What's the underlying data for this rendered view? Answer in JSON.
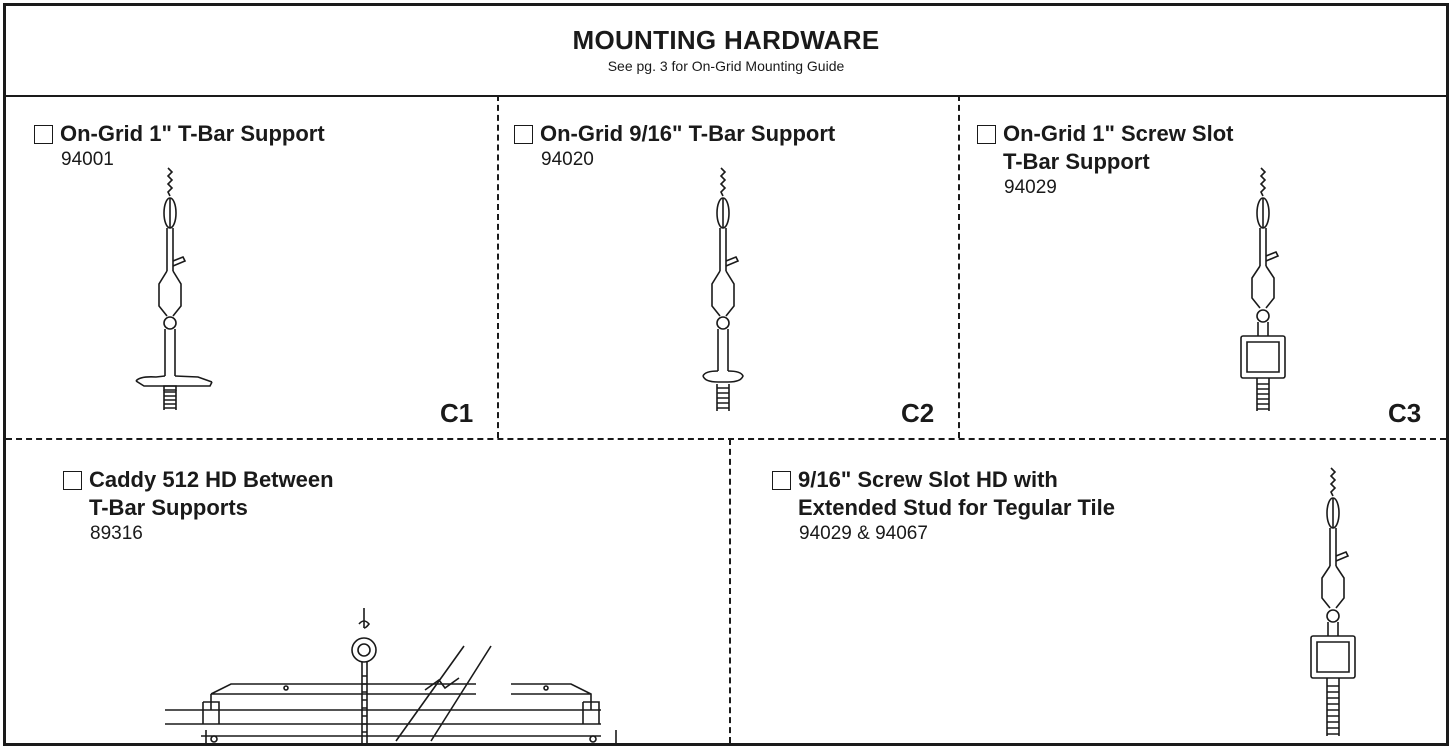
{
  "header": {
    "title": "MOUNTING HARDWARE",
    "subtitle": "See pg. 3 for On-Grid Mounting Guide"
  },
  "items": [
    {
      "title_lines": [
        "On-Grid 1\" T-Bar Support"
      ],
      "part": "94001",
      "code": "C1"
    },
    {
      "title_lines": [
        "On-Grid 9/16\" T-Bar Support"
      ],
      "part": "94020",
      "code": "C2"
    },
    {
      "title_lines": [
        "On-Grid 1\" Screw Slot",
        "T-Bar Support"
      ],
      "part": "94029",
      "code": "C3"
    },
    {
      "title_lines": [
        "Caddy 512 HD Between",
        "T-Bar Supports"
      ],
      "part": "89316"
    },
    {
      "title_lines": [
        "9/16\" Screw Slot HD with",
        "Extended Stud for Tegular Tile"
      ],
      "part": "94029 & 94067"
    }
  ],
  "colors": {
    "ink": "#1a1a1a",
    "background": "#ffffff"
  },
  "icons": [
    "checkbox-icon",
    "t-bar-support-1in-drawing",
    "t-bar-support-916-drawing",
    "screw-slot-support-drawing",
    "caddy-between-supports-drawing",
    "screw-slot-extended-stud-drawing"
  ]
}
